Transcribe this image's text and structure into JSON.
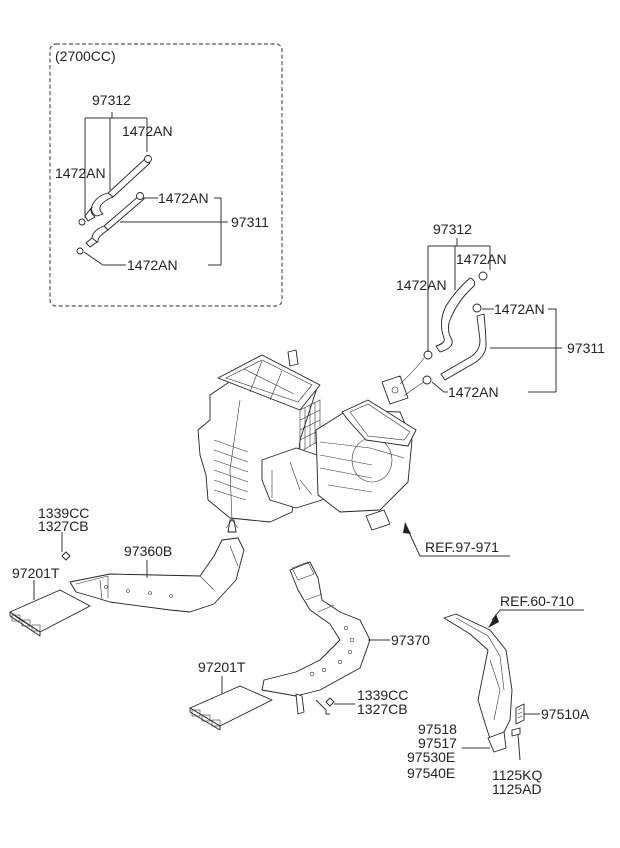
{
  "diagram": {
    "inset": {
      "variant_label": "(2700CC)",
      "labels": {
        "hose_upper": "97312",
        "clamp_a": "1472AN",
        "clamp_b": "1472AN",
        "clamp_c": "1472AN",
        "hose_lower": "97311",
        "clamp_d": "1472AN"
      }
    },
    "main": {
      "labels": {
        "hose_upper": "97312",
        "clamp_a": "1472AN",
        "clamp_b": "1472AN",
        "clamp_c": "1472AN",
        "hose_lower": "97311",
        "clamp_d": "1472AN",
        "ref_heater": "REF.97-971",
        "fastener_left_1": "1339CC",
        "fastener_left_2": "1327CB",
        "duct_left": "97360B",
        "vent_left": "97201T",
        "duct_right": "97370",
        "vent_right": "97201T",
        "fastener_right_1": "1339CC",
        "fastener_right_2": "1327CB",
        "ref_cowl": "REF.60-710",
        "cover": "97510A",
        "bracket_1": "97518",
        "bracket_2": "97517",
        "bracket_3": "97530E",
        "bracket_4": "97540E",
        "bolt_1": "1125KQ",
        "bolt_2": "1125AD"
      }
    }
  }
}
